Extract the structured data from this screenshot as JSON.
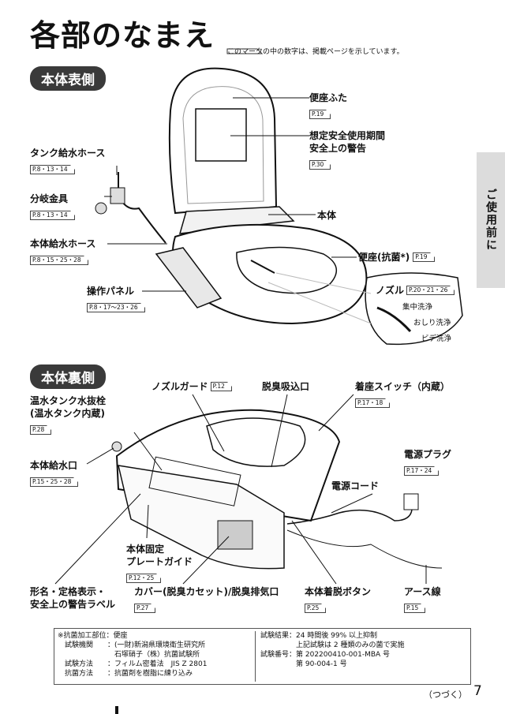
{
  "title": "各部のなまえ",
  "mark_note": "このマークの中の数字は、掲載ページを示しています。",
  "side_tab": "ご使用前に",
  "front": {
    "header": "本体表側",
    "labels": [
      {
        "id": "lid",
        "text": "便座ふた",
        "ref": "P.19"
      },
      {
        "id": "warning",
        "text": "想定安全使用期間",
        "text2": "安全上の警告",
        "ref": "P.30"
      },
      {
        "id": "tank_hose",
        "text": "タンク給水ホース",
        "ref": "P.8・13・14"
      },
      {
        "id": "branch",
        "text": "分岐金具",
        "ref": "P.8・13・14"
      },
      {
        "id": "body",
        "text": "本体"
      },
      {
        "id": "body_hose",
        "text": "本体給水ホース",
        "ref": "P.8・15・25・28"
      },
      {
        "id": "seat",
        "text": "便座(抗菌*)",
        "ref": "P.19"
      },
      {
        "id": "panel",
        "text": "操作パネル",
        "ref": "P.8・17〜23・26"
      },
      {
        "id": "nozzle",
        "text": "ノズル",
        "ref": "P.20・21・26"
      }
    ],
    "nozzle_parts": [
      "集中洗浄",
      "おしり洗浄",
      "ビデ洗浄"
    ]
  },
  "back": {
    "header": "本体裏側",
    "labels": [
      {
        "id": "drain",
        "text": "温水タンク水抜栓",
        "text2": "(温水タンク内蔵)",
        "ref": "P.28"
      },
      {
        "id": "guard",
        "text": "ノズルガード",
        "ref": "P.12"
      },
      {
        "id": "deodor",
        "text": "脱臭吸込口"
      },
      {
        "id": "switch",
        "text": "着座スイッチ（内蔵）",
        "ref": "P.17・18"
      },
      {
        "id": "inlet",
        "text": "本体給水口",
        "ref": "P.15・25・28"
      },
      {
        "id": "plug",
        "text": "電源プラグ",
        "ref": "P.17・24"
      },
      {
        "id": "cord",
        "text": "電源コード"
      },
      {
        "id": "plate",
        "text": "本体固定",
        "text2": "プレートガイド",
        "ref": "P.12・25"
      },
      {
        "id": "rating",
        "text": "形名・定格表示・",
        "text2": "安全上の警告ラベル"
      },
      {
        "id": "cover",
        "text": "カバー(脱臭カセット)/脱臭排気口",
        "ref": "P.27"
      },
      {
        "id": "release",
        "text": "本体着脱ボタン",
        "ref": "P.25"
      },
      {
        "id": "earth",
        "text": "アース線",
        "ref": "P.15"
      }
    ]
  },
  "footnote": {
    "left": [
      "※抗菌加工部位：便座",
      "　試験機関　　：(一財)新潟県環境衛生研究所",
      "　　　　　　　　石塚硝子（株）抗菌試験所",
      "　試験方法　　：フィルム密着法　JIS Z 2801",
      "　抗菌方法　　：抗菌剤を樹脂に練り込み"
    ],
    "right": [
      "試験結果：24 時間後 99% 以上抑制",
      "　　　　　上記試験は 2 種類のみの菌で実施",
      "試験番号：第 202200410-001-MBA 号",
      "　　　　　第 90-004-1 号"
    ]
  },
  "continued": "（つづく）",
  "page_number": "7"
}
